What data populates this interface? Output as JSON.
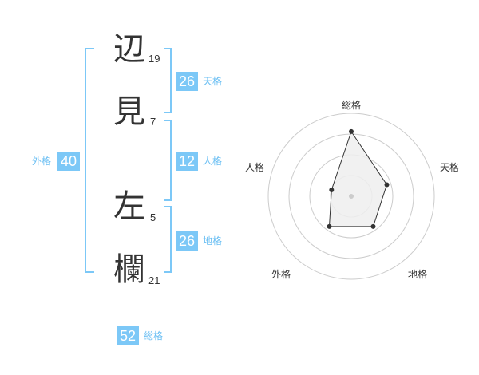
{
  "colors": {
    "accent": "#7cc8f7",
    "label_text": "#6bbff3",
    "text": "#333333",
    "radar_fill": "#eeeeee",
    "radar_ring": "#cccccc"
  },
  "name": {
    "characters": [
      {
        "char": "辺",
        "strokes": "19"
      },
      {
        "char": "見",
        "strokes": "7"
      },
      {
        "char": "左",
        "strokes": "5"
      },
      {
        "char": "欄",
        "strokes": "21"
      }
    ]
  },
  "fortune": {
    "tenkaku": {
      "value": "26",
      "label": "天格"
    },
    "jinkaku": {
      "value": "12",
      "label": "人格"
    },
    "chikaku": {
      "value": "26",
      "label": "地格"
    },
    "gaikaku": {
      "value": "40",
      "label": "外格"
    },
    "soukaku": {
      "value": "52",
      "label": "総格"
    }
  },
  "chart_data": {
    "type": "radar",
    "axes": [
      "総格",
      "天格",
      "地格",
      "外格",
      "人格"
    ],
    "values": [
      0.78,
      0.45,
      0.45,
      0.45,
      0.25
    ],
    "max": 1,
    "rings": 4
  }
}
